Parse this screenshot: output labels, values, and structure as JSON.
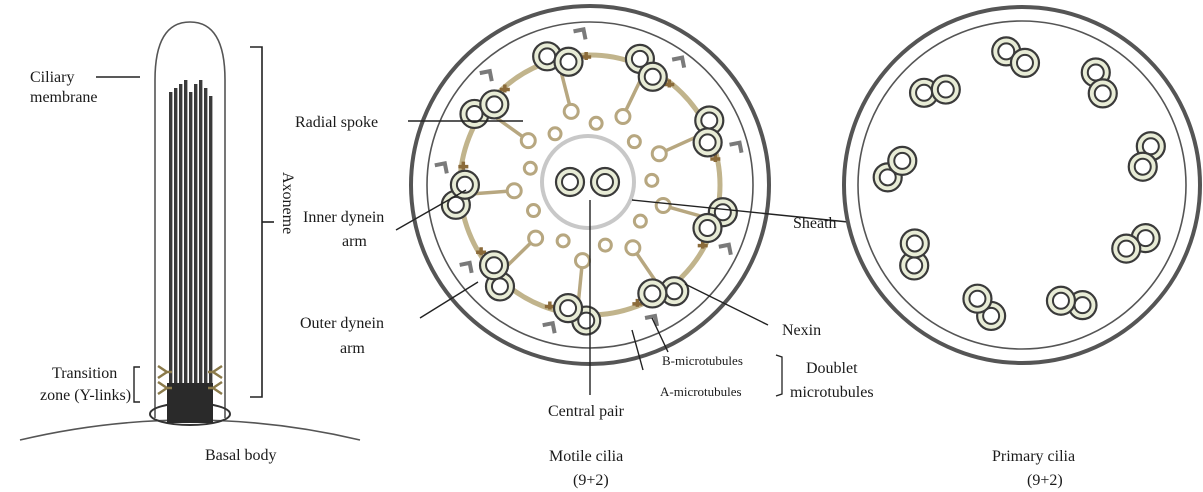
{
  "labels": {
    "ciliary_membrane_1": "Ciliary",
    "ciliary_membrane_2": "membrane",
    "radial_spoke": "Radial spoke",
    "inner_dynein_1": "Inner dynein",
    "inner_dynein_2": "arm",
    "outer_dynein_1": "Outer dynein",
    "outer_dynein_2": "arm",
    "transition_1": "Transition",
    "transition_2": "zone (Y-links)",
    "axoneme": "Axoneme",
    "basal_body": "Basal body",
    "sheath": "Sheath",
    "nexin": "Nexin",
    "b_microtubules": "B-microtubules",
    "a_microtubules": "A-microtubules",
    "doublet_1": "Doublet",
    "doublet_2": "microtubules",
    "central_pair": "Central pair"
  },
  "captions": {
    "motile_1": "Motile cilia",
    "motile_2": "(9+2)",
    "primary_1": "Primary cilia",
    "primary_2": "(9+2)"
  },
  "colors": {
    "line": "#2a2a2a",
    "membrane_ring": "#555555",
    "rod": "#3a3a3a",
    "spoke": "#b7a780",
    "tubule_fill": "#e8ecd6",
    "tubule_stroke": "#3a3a3a",
    "dynein": "#8a8a8a",
    "nexin_brown": "#8b6b3a",
    "sheath": "#c8c8c8"
  }
}
